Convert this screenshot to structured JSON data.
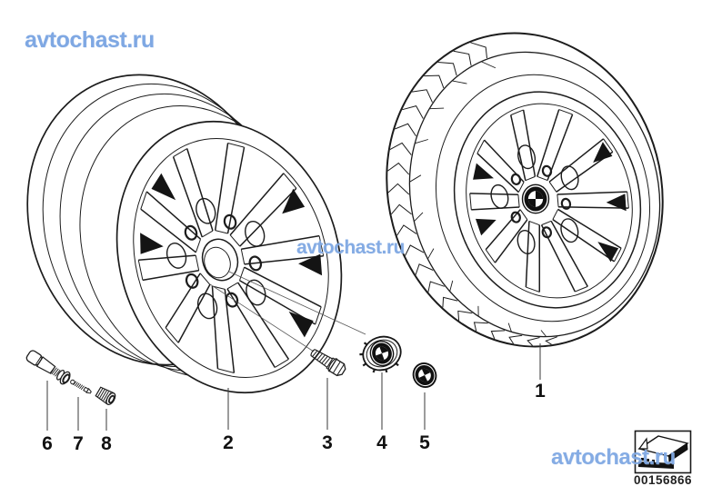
{
  "watermarks": {
    "top_left": "avtochast.ru",
    "center": "avtochast.ru",
    "bottom_right": "avtochast.ru"
  },
  "footer": {
    "image_number": "00156866"
  },
  "callouts": [
    {
      "label": "1"
    },
    {
      "label": "2"
    },
    {
      "label": "3"
    },
    {
      "label": "4"
    },
    {
      "label": "5"
    },
    {
      "label": "6"
    },
    {
      "label": "7"
    },
    {
      "label": "8"
    }
  ],
  "icons": {
    "corner_box": "3d-tread-block-icon"
  },
  "colors": {
    "line": "#1c1c1c",
    "watermark": "#7fa8e3",
    "dark_fill": "#141414",
    "background": "#ffffff"
  }
}
